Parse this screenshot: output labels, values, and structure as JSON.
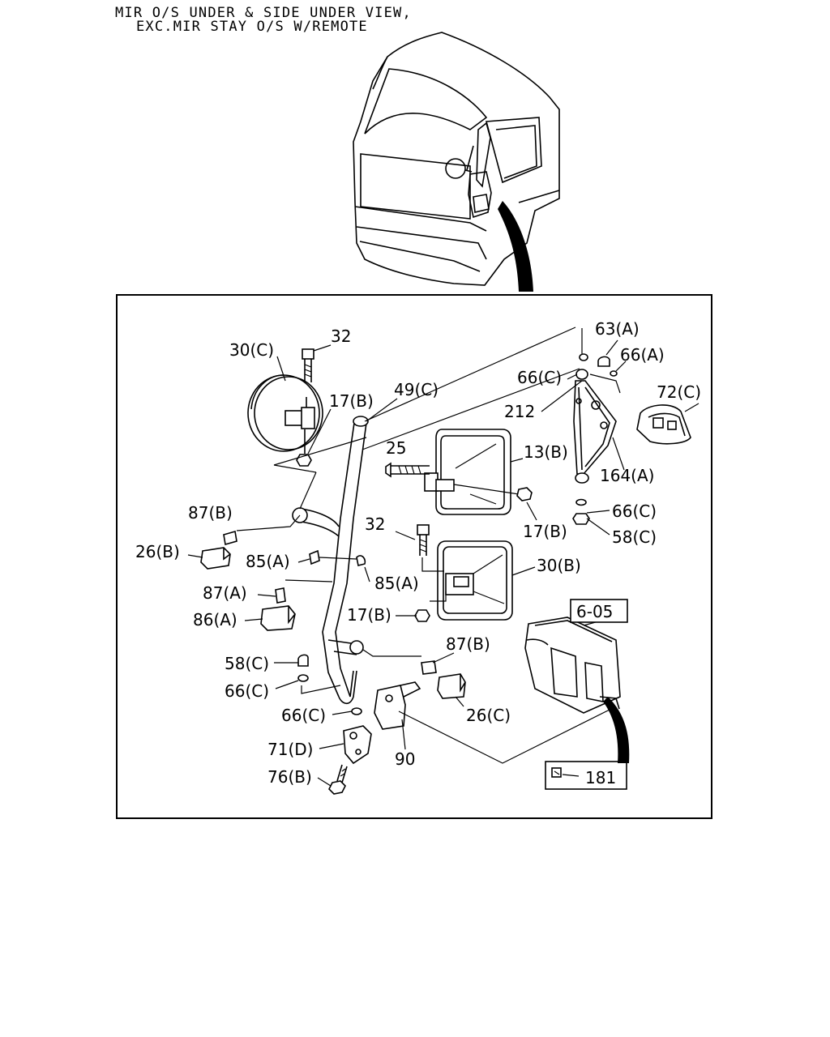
{
  "title": {
    "line1": "MIR O/S UNDER & SIDE UNDER VIEW,",
    "line2": "EXC.MIR STAY O/S W/REMOTE"
  },
  "callouts": {
    "p30c": "30(C)",
    "p32a": "32",
    "p17b_a": "17(B)",
    "p49c": "49(C)",
    "p63a": "63(A)",
    "p66a": "66(A)",
    "p66c_a": "66(C)",
    "p212": "212",
    "p72c": "72(C)",
    "p25": "25",
    "p13b": "13(B)",
    "p164a": "164(A)",
    "p66c_b": "66(C)",
    "p58c_a": "58(C)",
    "p87b_a": "87(B)",
    "p17b_b": "17(B)",
    "p32b": "32",
    "p26b": "26(B)",
    "p85a_a": "85(A)",
    "p30b": "30(B)",
    "p85a_b": "85(A)",
    "p87a": "87(A)",
    "p86a": "86(A)",
    "p17b_c": "17(B)",
    "p605": "6-05",
    "p87b_b": "87(B)",
    "p58c_b": "58(C)",
    "p66c_c": "66(C)",
    "p26c": "26(C)",
    "p66c_d": "66(C)",
    "p71d": "71(D)",
    "p90": "90",
    "p76b": "76(B)",
    "p181": "181"
  }
}
